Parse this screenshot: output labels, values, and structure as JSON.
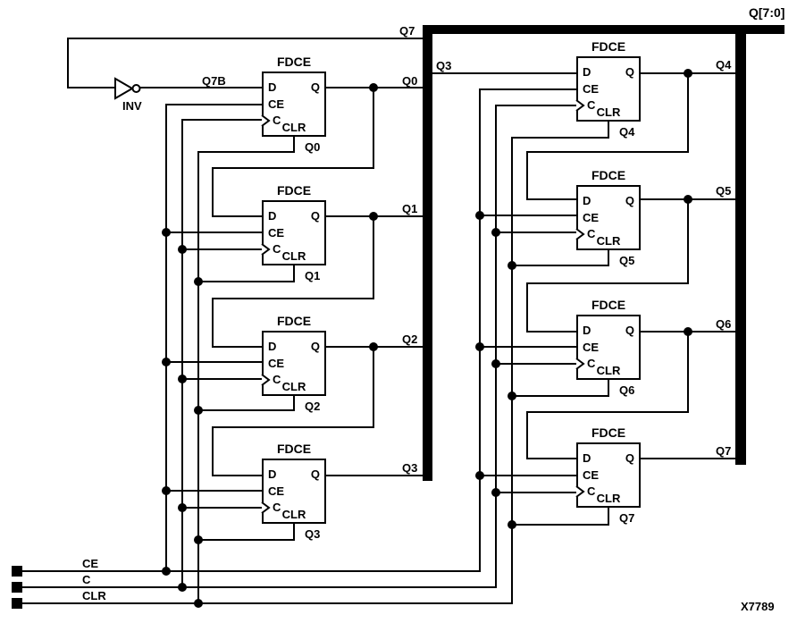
{
  "figure": {
    "bus_label": "Q[7:0]",
    "figure_number": "X7789"
  },
  "inverter": {
    "label": "INV",
    "output_signal": "Q7B"
  },
  "inputs": {
    "ce": "CE",
    "c": "C",
    "clr": "CLR"
  },
  "signals": {
    "q7_feedback": "Q7",
    "q0_out": "Q0",
    "q1_out": "Q1",
    "q2_out": "Q2",
    "q3_out": "Q3",
    "q3_in": "Q3",
    "q4_out": "Q4",
    "q5_out": "Q5",
    "q6_out": "Q6",
    "q7_out": "Q7"
  },
  "flipflops": [
    {
      "type": "FDCE",
      "instance": "Q0",
      "pin_d": "D",
      "pin_ce": "CE",
      "pin_c": "C",
      "pin_clr": "CLR",
      "pin_q": "Q"
    },
    {
      "type": "FDCE",
      "instance": "Q1",
      "pin_d": "D",
      "pin_ce": "CE",
      "pin_c": "C",
      "pin_clr": "CLR",
      "pin_q": "Q"
    },
    {
      "type": "FDCE",
      "instance": "Q2",
      "pin_d": "D",
      "pin_ce": "CE",
      "pin_c": "C",
      "pin_clr": "CLR",
      "pin_q": "Q"
    },
    {
      "type": "FDCE",
      "instance": "Q3",
      "pin_d": "D",
      "pin_ce": "CE",
      "pin_c": "C",
      "pin_clr": "CLR",
      "pin_q": "Q"
    },
    {
      "type": "FDCE",
      "instance": "Q4",
      "pin_d": "D",
      "pin_ce": "CE",
      "pin_c": "C",
      "pin_clr": "CLR",
      "pin_q": "Q"
    },
    {
      "type": "FDCE",
      "instance": "Q5",
      "pin_d": "D",
      "pin_ce": "CE",
      "pin_c": "C",
      "pin_clr": "CLR",
      "pin_q": "Q"
    },
    {
      "type": "FDCE",
      "instance": "Q6",
      "pin_d": "D",
      "pin_ce": "CE",
      "pin_c": "C",
      "pin_clr": "CLR",
      "pin_q": "Q"
    },
    {
      "type": "FDCE",
      "instance": "Q7",
      "pin_d": "D",
      "pin_ce": "CE",
      "pin_c": "C",
      "pin_clr": "CLR",
      "pin_q": "Q"
    }
  ]
}
